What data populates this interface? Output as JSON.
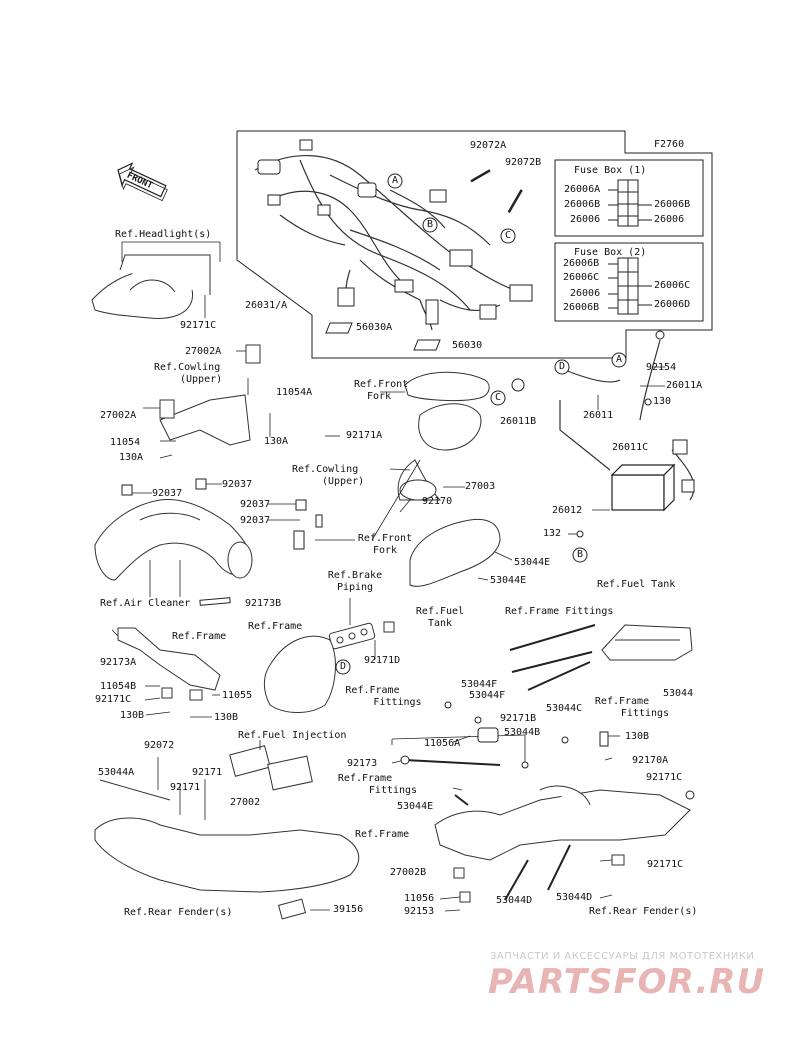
{
  "diagram_code": "F2760",
  "front_label": "FRONT",
  "fuse_box_1": {
    "title": "Fuse Box (1)",
    "left": [
      "26006A",
      "26006B",
      "26006"
    ],
    "right": [
      "26006B",
      "26006"
    ]
  },
  "fuse_box_2": {
    "title": "Fuse Box (2)",
    "left": [
      "26006B",
      "26006C",
      "26006",
      "26006B"
    ],
    "right": [
      "26006C",
      "26006D"
    ]
  },
  "callouts": [
    "A",
    "B",
    "C",
    "D"
  ],
  "labels": {
    "p92072A": "92072A",
    "p92072B": "92072B",
    "p26031A": "26031/A",
    "p56030A": "56030A",
    "p56030": "56030",
    "ref_headlight": "Ref.Headlight(s)",
    "p92171C_top": "92171C",
    "p27002A_1": "27002A",
    "ref_cowling_upper_1a": "Ref.Cowling",
    "ref_cowling_upper_1b": "(Upper)",
    "p11054A": "11054A",
    "p27002A_2": "27002A",
    "p11054": "11054",
    "p130A_1": "130A",
    "p130A_2": "130A",
    "p92171A": "92171A",
    "ref_front_fork_1a": "Ref.Front",
    "ref_front_fork_1b": "Fork",
    "p26011B": "26011B",
    "ref_cowling_upper_2a": "Ref.Cowling",
    "ref_cowling_upper_2b": "(Upper)",
    "p27003": "27003",
    "p92170": "92170",
    "p92037_1": "92037",
    "p92037_2": "92037",
    "p92037_3": "92037",
    "p92037_4": "92037",
    "ref_front_fork_2a": "Ref.Front",
    "ref_front_fork_2b": "Fork",
    "ref_air_cleaner": "Ref.Air Cleaner",
    "p92173B": "92173B",
    "p92154": "92154",
    "p26011A": "26011A",
    "p26011": "26011",
    "p130_r": "130",
    "p26011C": "26011C",
    "p26012": "26012",
    "p132": "132",
    "p53044E_1": "53044E",
    "p53044E_2": "53044E",
    "ref_fuel_tank_1a": "Ref.Fuel",
    "ref_fuel_tank_1b": "Tank",
    "ref_fuel_tank_2": "Ref.Fuel Tank",
    "ref_brake_piping_a": "Ref.Brake",
    "ref_brake_piping_b": "Piping",
    "ref_frame_1": "Ref.Frame",
    "p92171D": "92171D",
    "ref_frame_fittings_1": "Ref.Frame Fittings",
    "p53044F_1": "53044F",
    "p53044F_2": "53044F",
    "ref_frame_fittings_2a": "Ref.Frame",
    "ref_frame_fittings_2b": "Fittings",
    "p53044_r": "53044",
    "p92173A": "92173A",
    "ref_frame_2": "Ref.Frame",
    "p11054B": "11054B",
    "p92171C_mid": "92171C",
    "p11055": "11055",
    "p130B_1": "130B",
    "p130B_2": "130B",
    "ref_frame_fittings_3a": "Ref.Frame",
    "ref_frame_fittings_3b": "Fittings",
    "p92171B": "92171B",
    "p53044C": "53044C",
    "p11056A": "11056A",
    "p53044B": "53044B",
    "p130B_3": "130B",
    "p92072": "92072",
    "ref_fuel_injection": "Ref.Fuel Injection",
    "p53044A": "53044A",
    "p92171_1": "92171",
    "p92171_2": "92171",
    "p27002": "27002",
    "p92173": "92173",
    "ref_frame_fittings_4a": "Ref.Frame",
    "ref_frame_fittings_4b": "Fittings",
    "p53044E_3": "53044E",
    "p92170A": "92170A",
    "p92171C_bot1": "92171C",
    "ref_frame_3": "Ref.Frame",
    "p27002B": "27002B",
    "p11056": "11056",
    "p53044D_1": "53044D",
    "p53044D_2": "53044D",
    "p92171C_bot2": "92171C",
    "p92153": "92153",
    "ref_rear_fender_1": "Ref.Rear Fender(s)",
    "p39156": "39156",
    "ref_rear_fender_2": "Ref.Rear Fender(s)"
  },
  "watermark": {
    "line1": "ЗАПЧАСТИ И АКСЕССУАРЫ ДЛЯ МОТОТЕХНИКИ",
    "line2": "PARTSFOR.RU"
  }
}
